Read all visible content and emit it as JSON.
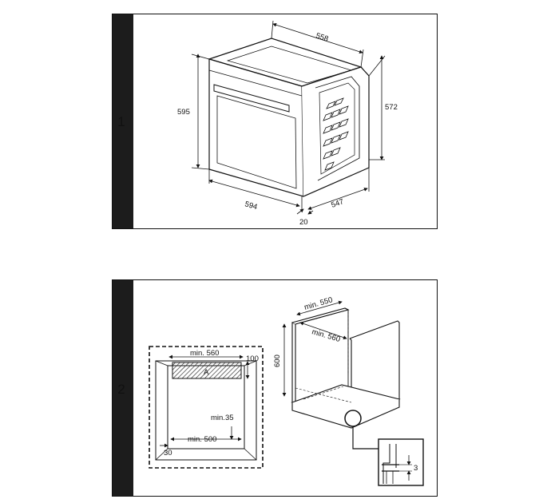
{
  "figure1": {
    "number": "1",
    "dims": {
      "depth_top": "558",
      "height_front": "595",
      "height_side": "572",
      "width_front": "594",
      "depth_bottom": "547",
      "front_thickness": "20"
    }
  },
  "figure2": {
    "number": "2",
    "front_view": {
      "width": "min. 560",
      "vent_height": "100",
      "vent_label": "A",
      "gap": "min.35",
      "base_width": "min. 500",
      "side": "30"
    },
    "cabinet": {
      "depth": "min. 550",
      "width": "min. 560",
      "height": "600"
    },
    "detail": {
      "gap": "3"
    }
  }
}
